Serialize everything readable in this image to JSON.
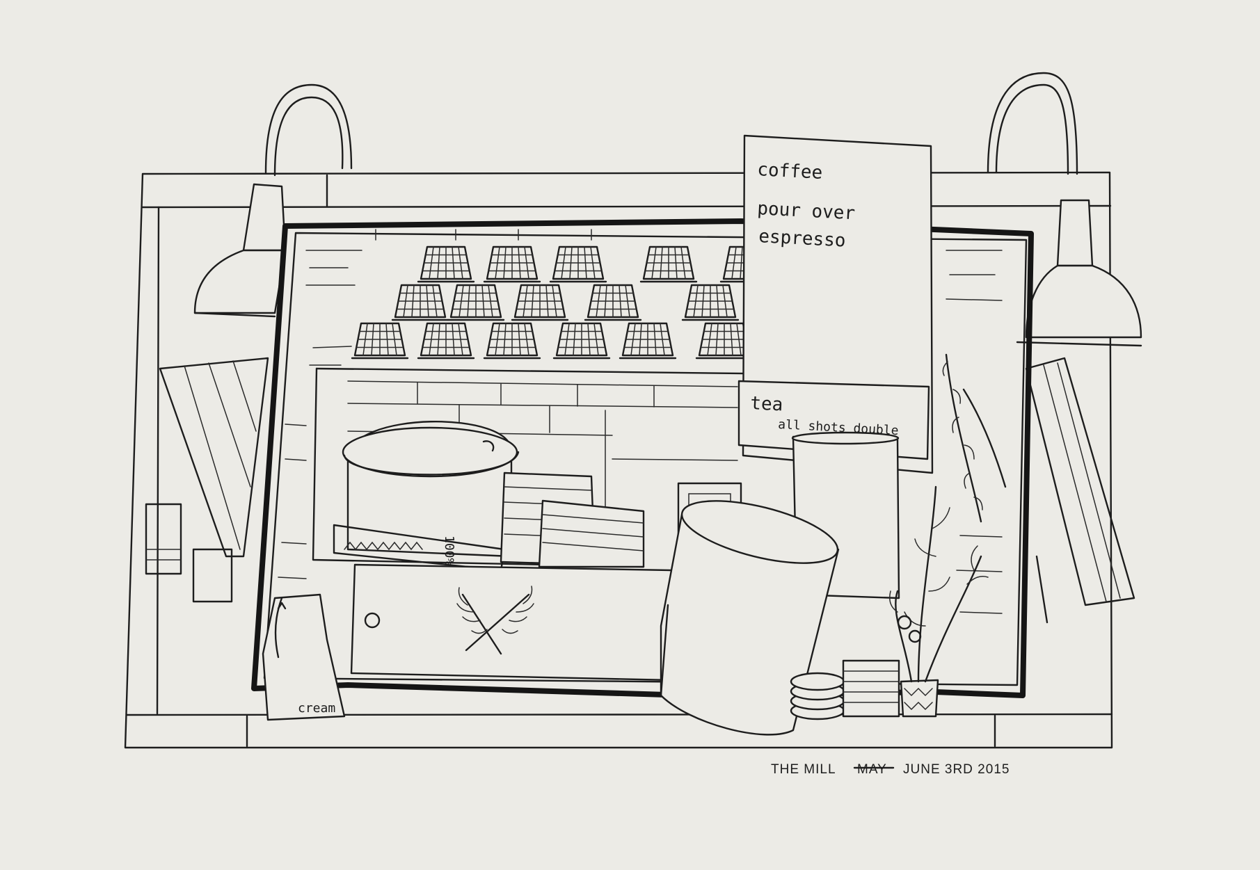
{
  "menu_board": {
    "line_1": "coffee",
    "line_2": "pour over",
    "line_3": "espresso"
  },
  "tea_sign": {
    "line_1": "tea",
    "line_2": "all shots double"
  },
  "tin_label": "100%",
  "creamer_label": "cream",
  "caption": {
    "place": "THE MILL",
    "struck_word": "MAY",
    "date": "JUNE 3RD 2015"
  },
  "colors": {
    "paper": "#ecebe6",
    "ink": "#1d1d1d"
  }
}
